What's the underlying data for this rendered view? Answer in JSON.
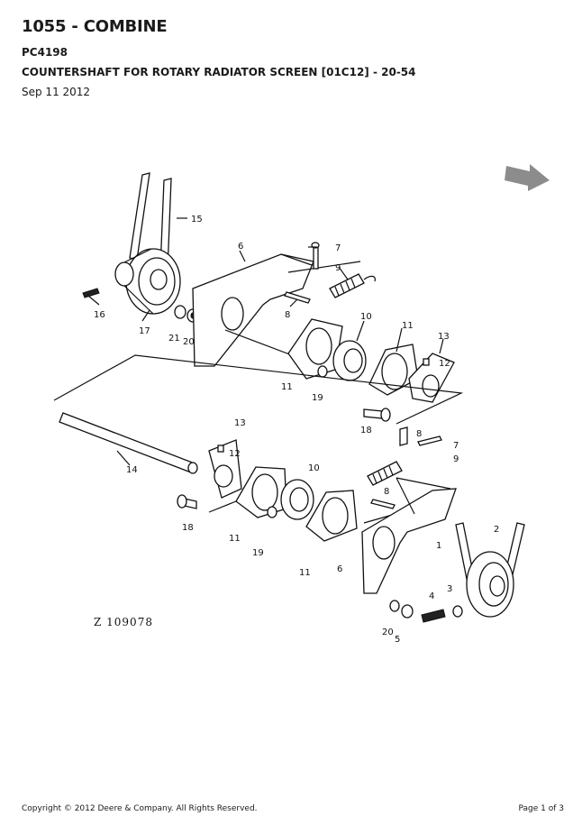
{
  "document": {
    "model_title": "1055 - COMBINE",
    "catalog_code": "PC4198",
    "section_title": "COUNTERSHAFT FOR ROTARY RADIATOR SCREEN [01C12] - 20-54",
    "date": "Sep 11 2012"
  },
  "diagram": {
    "drawing_id": "Z 109078",
    "callouts": {
      "c1": "1",
      "c2": "2",
      "c3": "3",
      "c4": "4",
      "c5": "5",
      "c6a": "6",
      "c6b": "6",
      "c7a": "7",
      "c7b": "7",
      "c8a": "8",
      "c8b": "8",
      "c9a": "9",
      "c9b": "9",
      "c10a": "10",
      "c10b": "10",
      "c11a": "11",
      "c11b": "11",
      "c11c": "11",
      "c11d": "11",
      "c12a": "12",
      "c12b": "12",
      "c13a": "13",
      "c13b": "13",
      "c14": "14",
      "c15": "15",
      "c16": "16",
      "c17": "17",
      "c18a": "18",
      "c18b": "18",
      "c19a": "19",
      "c19b": "19",
      "c20a": "20",
      "c20b": "20",
      "c21": "21"
    },
    "arrow_icon": "arrow-down-right-icon"
  },
  "footer": {
    "copyright": "Copyright © 2012 Deere & Company. All Rights Reserved.",
    "page": "Page 1 of 3"
  }
}
